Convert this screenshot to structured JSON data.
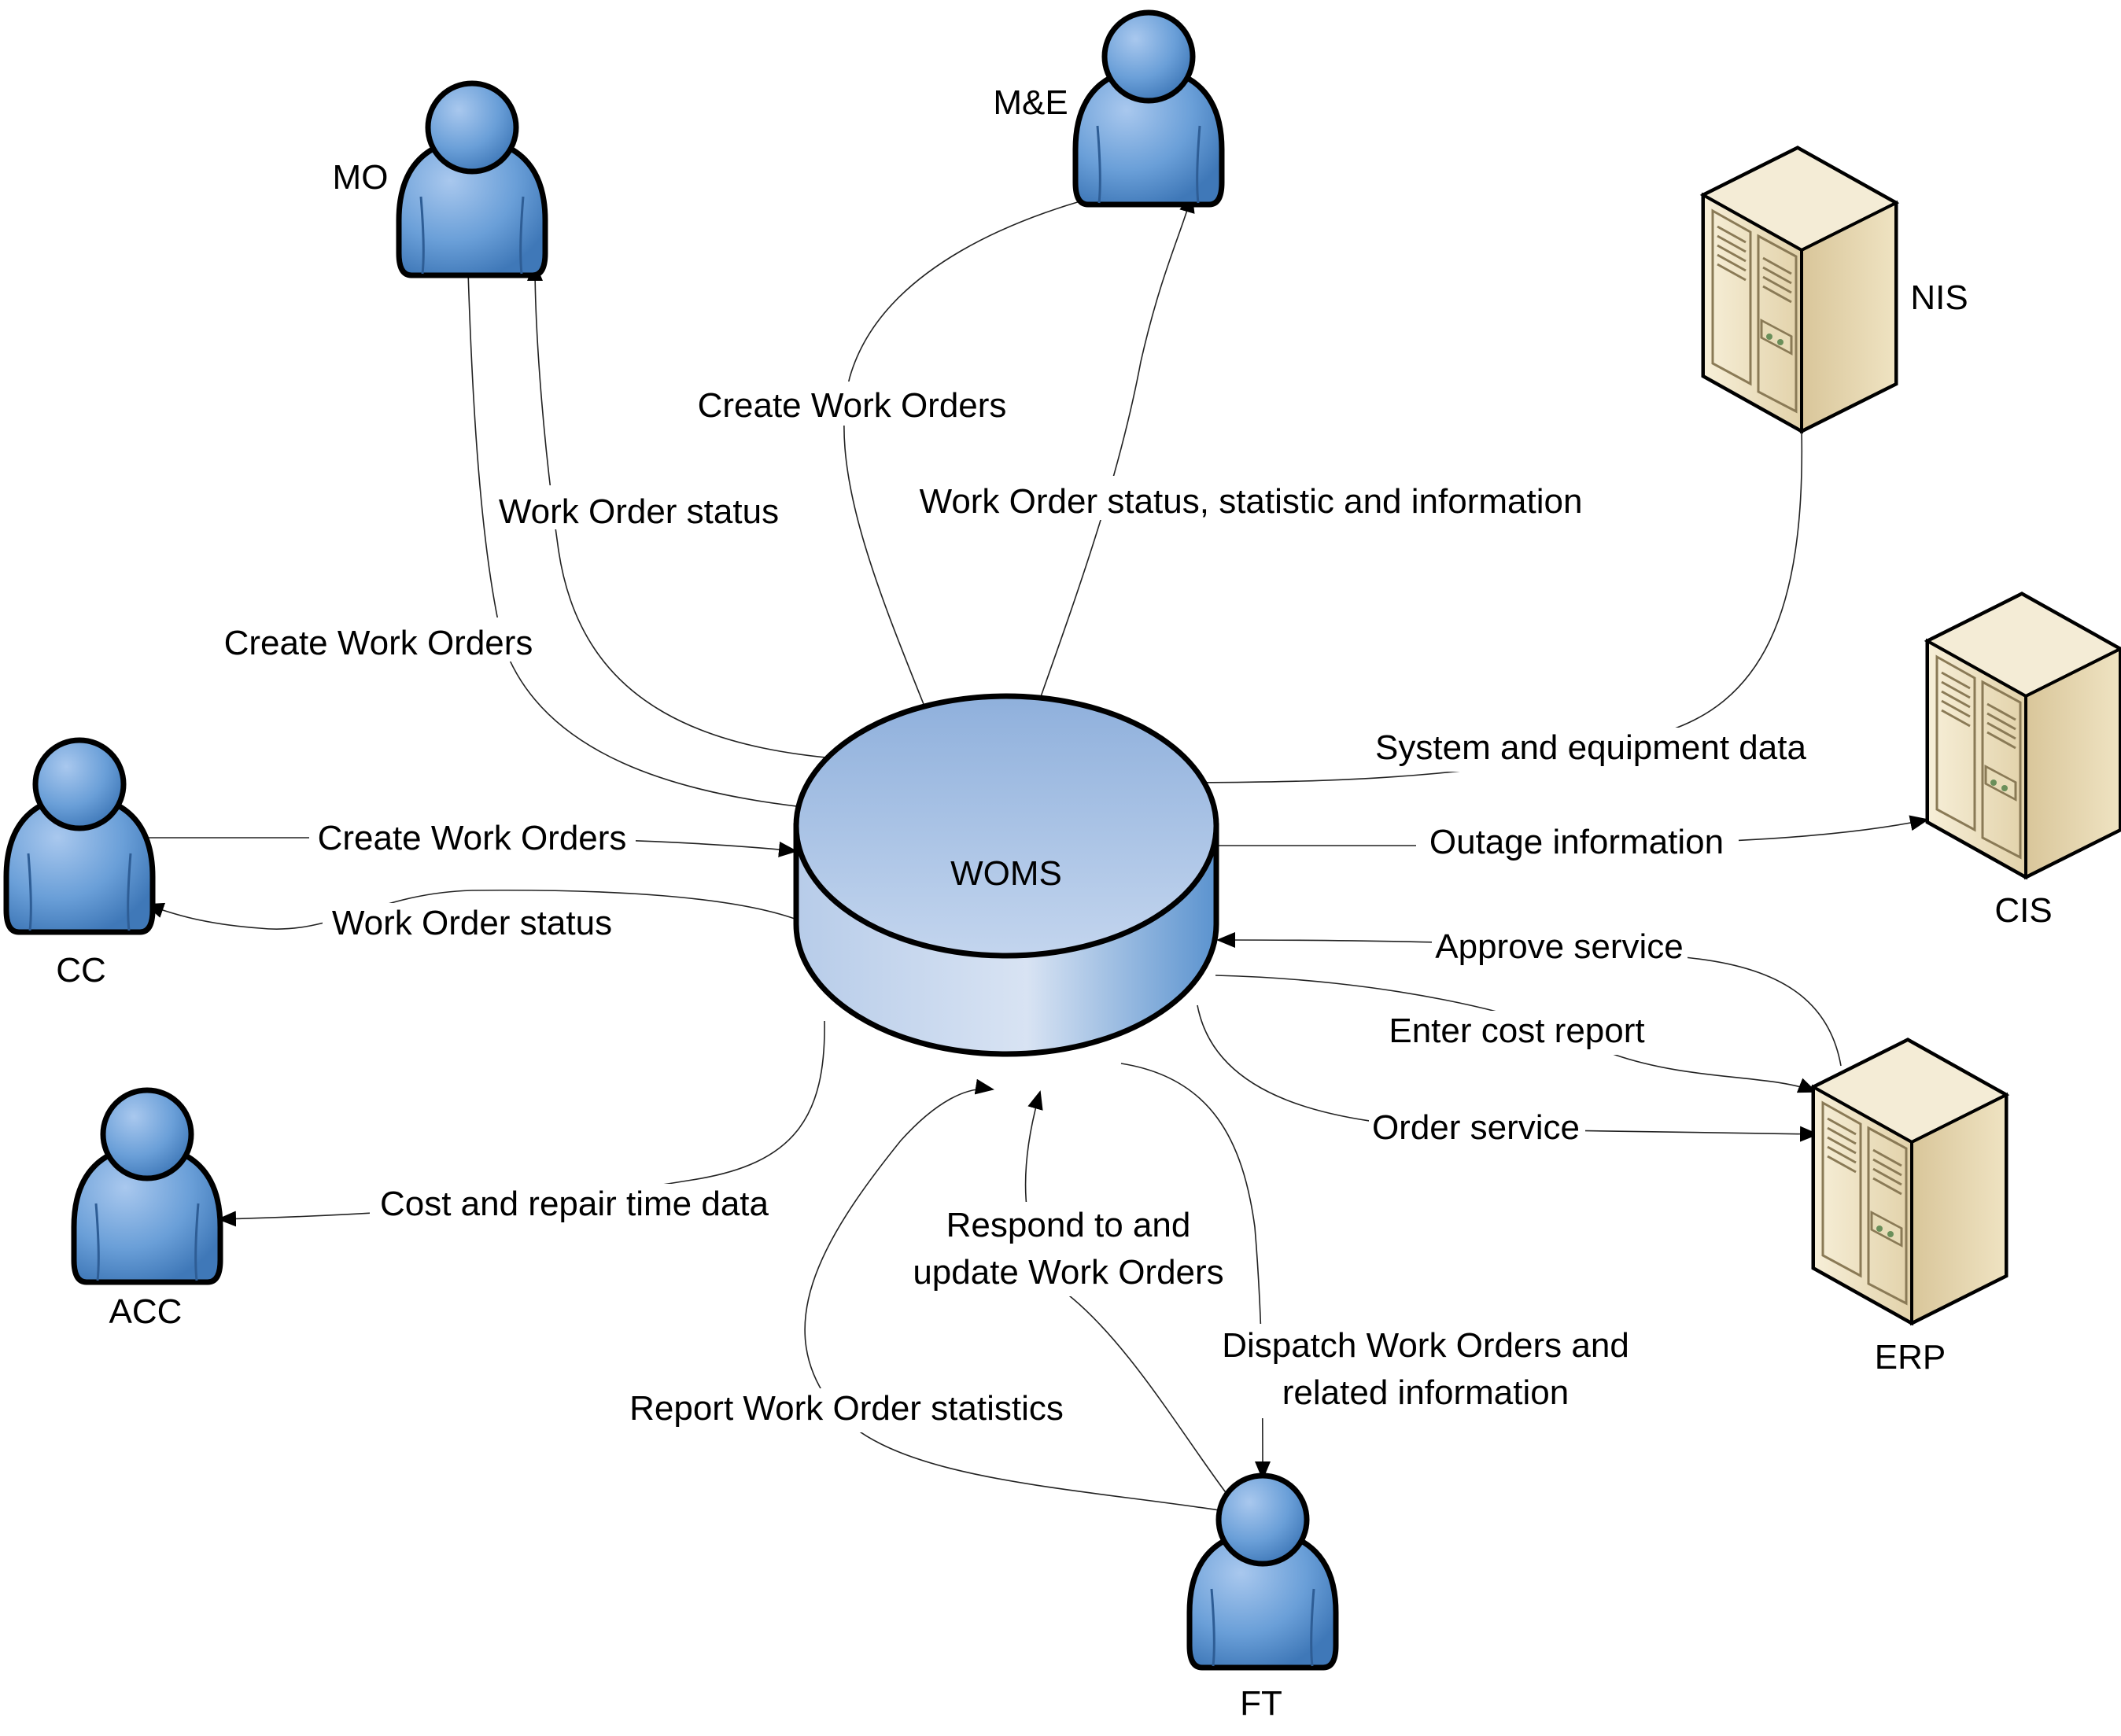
{
  "diagram": {
    "center": "WOMS",
    "actors": {
      "mo": "MO",
      "me": "M&E",
      "cc": "CC",
      "acc": "ACC",
      "ft": "FT"
    },
    "systems": {
      "nis": "NIS",
      "cis": "CIS",
      "erp": "ERP"
    },
    "flows": {
      "me_create": "Create Work Orders",
      "me_status": "Work Order status, statistic and information",
      "mo_status": "Work Order status",
      "mo_create": "Create Work Orders",
      "cc_create": "Create Work Orders",
      "cc_status": "Work Order status",
      "nis_data": "System and equipment data",
      "cis_outage": "Outage information",
      "erp_approve": "Approve service",
      "erp_cost": "Enter cost report",
      "erp_order": "Order service",
      "acc_cost": "Cost and repair time data",
      "ft_respond_1": "Respond to and",
      "ft_respond_2": "update Work Orders",
      "ft_dispatch_1": "Dispatch Work Orders and",
      "ft_dispatch_2": "related information",
      "ft_report": "Report Work Order statistics"
    },
    "colors": {
      "actor_fill": "#6a9fd8",
      "actor_outline": "#000000",
      "db_top": "#9ab8e0",
      "db_side": "#6ea0d4",
      "server_fill": "#efe3c2",
      "server_shade": "#c9b78e",
      "line": "#222222"
    }
  }
}
